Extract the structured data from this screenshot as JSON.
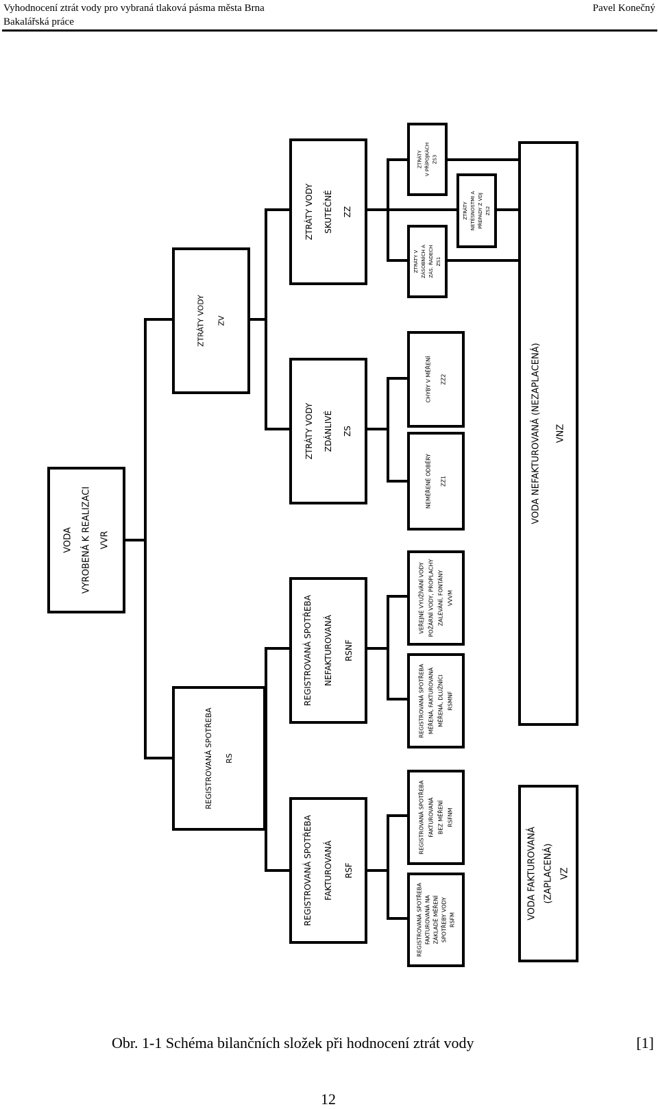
{
  "header": {
    "title": "Vyhodnocení ztrát vody pro vybraná tlaková pásma města Brna",
    "subtitle": "Bakalářská práce",
    "author": "Pavel Konečný"
  },
  "diagram": {
    "nodes": [
      {
        "id": "vvr",
        "lines": [
          "VODA",
          "VYROBENÁ K REALIZACI",
          "VVR"
        ]
      },
      {
        "id": "rs",
        "lines": [
          "REGISTROVANÁ SPOTŘEBA",
          "RS"
        ]
      },
      {
        "id": "zv",
        "lines": [
          "ZTRÁTY VODY",
          "ZV"
        ]
      },
      {
        "id": "rsf",
        "lines": [
          "REGISTROVANÁ SPOTŘEBA",
          "FAKTUROVANÁ",
          "RSF"
        ]
      },
      {
        "id": "rsnf",
        "lines": [
          "REGISTROVANÁ SPOTŘEBA",
          "NEFAKTUROVANÁ",
          "RSNF"
        ]
      },
      {
        "id": "zs",
        "lines": [
          "ZTRÁTY VODY",
          "ZDÁNLIVÉ",
          "ZS"
        ]
      },
      {
        "id": "zz",
        "lines": [
          "ZTRÁTY VODY",
          "SKUTEČNÉ",
          "ZZ"
        ]
      },
      {
        "id": "rsfm",
        "lines": [
          "REGISTROVANÁ SPOTŘEBA",
          "FAKTUROVANÁ NA",
          "ZÁKLADĚ MĚŘENÍ",
          "SPOTŘEBY VODY",
          "RSFM"
        ]
      },
      {
        "id": "rsfnm",
        "lines": [
          "REGISTROVANÁ SPOTŘEBA",
          "FAKTUROVANÁ",
          "BEZ MĚŘENÍ",
          "RSFNM"
        ]
      },
      {
        "id": "rsmnf",
        "lines": [
          "REGISTROVANÁ SPOTŘEBA",
          "MĚŘENÁ, FAKTUROVANÁ",
          "MĚŘENÁ, DLUŽNÍCI",
          "RSMNF"
        ]
      },
      {
        "id": "vvvm",
        "lines": [
          "VEŘEJNÉ VYUŽÍVÁNÍ VODY",
          "POŽÁRNÍ VODY, PROPLACHY",
          "ZALÉVÁNÍ, FONTÁNY",
          "VVVM"
        ]
      },
      {
        "id": "zz1",
        "lines": [
          "NEMĚŘENÉ ODBĚRY",
          "ZZ1"
        ]
      },
      {
        "id": "zz2",
        "lines": [
          "CHYBY V MĚŘENÍ",
          "ZZ2"
        ]
      },
      {
        "id": "zs1",
        "lines": [
          "ZTRÁTY V",
          "ZÁSOBNÍCH A",
          "ZÁS. ŘADECH",
          "ZS1"
        ]
      },
      {
        "id": "zs2",
        "lines": [
          "ZTRÁTY",
          "NETĚSNOSTMI A",
          "PŘEPADY Z VDJ",
          "ZS2"
        ]
      },
      {
        "id": "zs3",
        "lines": [
          "ZTRÁTY",
          "V PŘÍPOJKÁCH",
          "ZS3"
        ]
      },
      {
        "id": "vz",
        "lines": [
          "VODA FAKTUROVANÁ",
          "(ZAPLACENÁ)",
          "VZ"
        ]
      },
      {
        "id": "vnz",
        "lines": [
          "VODA NEFAKTUROVANÁ (NEZAPLACENÁ)",
          "VNZ"
        ]
      }
    ]
  },
  "caption": {
    "text": "Obr. 1-1 Schéma bilančních složek při hodnocení ztrát vody",
    "reference": "[1]"
  },
  "page_number": "12"
}
